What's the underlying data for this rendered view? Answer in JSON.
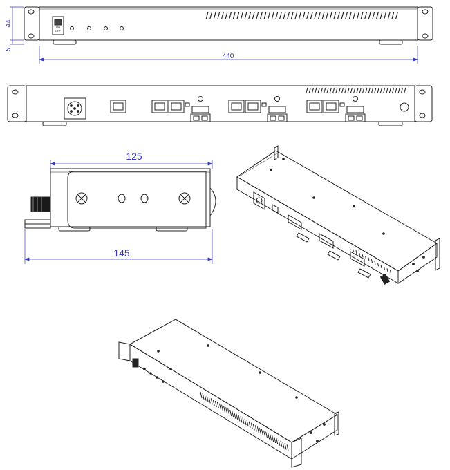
{
  "dimensions": {
    "front_height": "44",
    "front_foot": "5",
    "front_width": "440",
    "side_top_depth": "125",
    "side_total_depth": "145"
  },
  "front_panel": {
    "power_switch_on": "ON",
    "power_switch_off": "OFF"
  },
  "colors": {
    "outline": "#222222",
    "dimension": "#3b3bbf"
  }
}
